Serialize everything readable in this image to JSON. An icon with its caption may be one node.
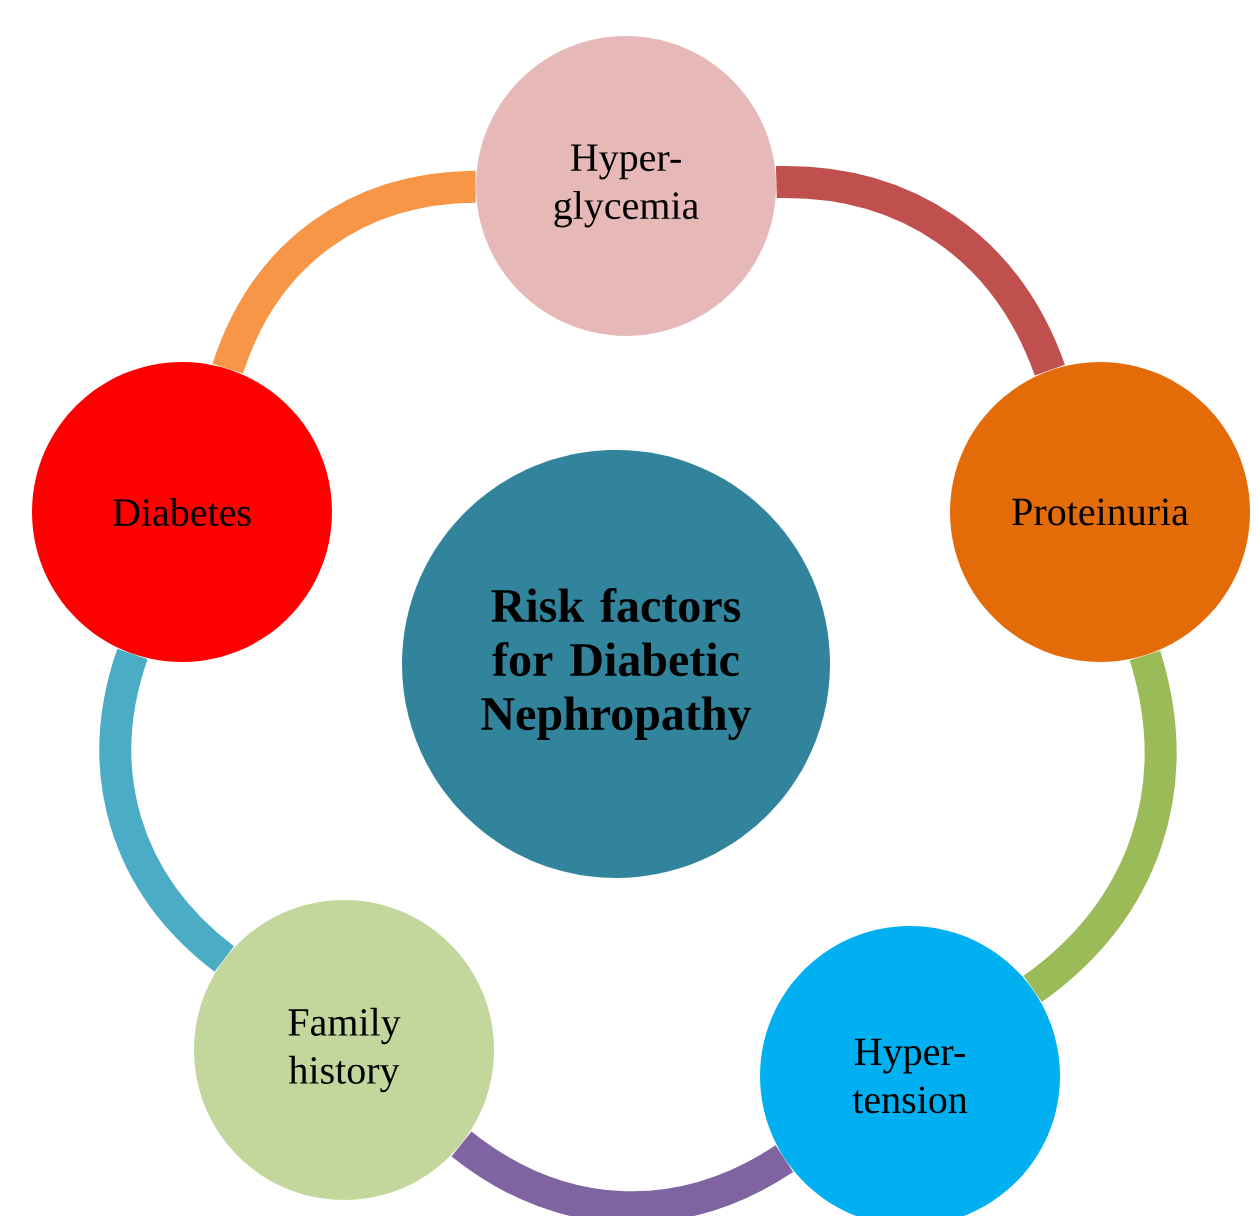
{
  "diagram": {
    "nodes": [
      {
        "text": [
          "Risk factors for Diabetic Nephropathy"
        ]
      },
      {
        "text": [
          "Hyper-glycemia"
        ]
      },
      {
        "text": [
          "Proteinuria"
        ]
      },
      {
        "text": [
          "Hyper-tension"
        ]
      },
      {
        "text": [
          "Family history"
        ]
      },
      {
        "text": [
          "Diabetes"
        ]
      }
    ],
    "edges": [
      {
        "from": 1,
        "to": 2,
        "arrow": "none",
        "color": "#c0504d"
      },
      {
        "from": 2,
        "to": 3,
        "arrow": "none",
        "color": "#9bbb59"
      },
      {
        "from": 3,
        "to": 4,
        "arrow": "none",
        "color": "#8064a2"
      },
      {
        "from": 4,
        "to": 5,
        "arrow": "none",
        "color": "#4bacc6"
      },
      {
        "from": 5,
        "to": 1,
        "arrow": "none",
        "color": "#f79646"
      }
    ]
  }
}
